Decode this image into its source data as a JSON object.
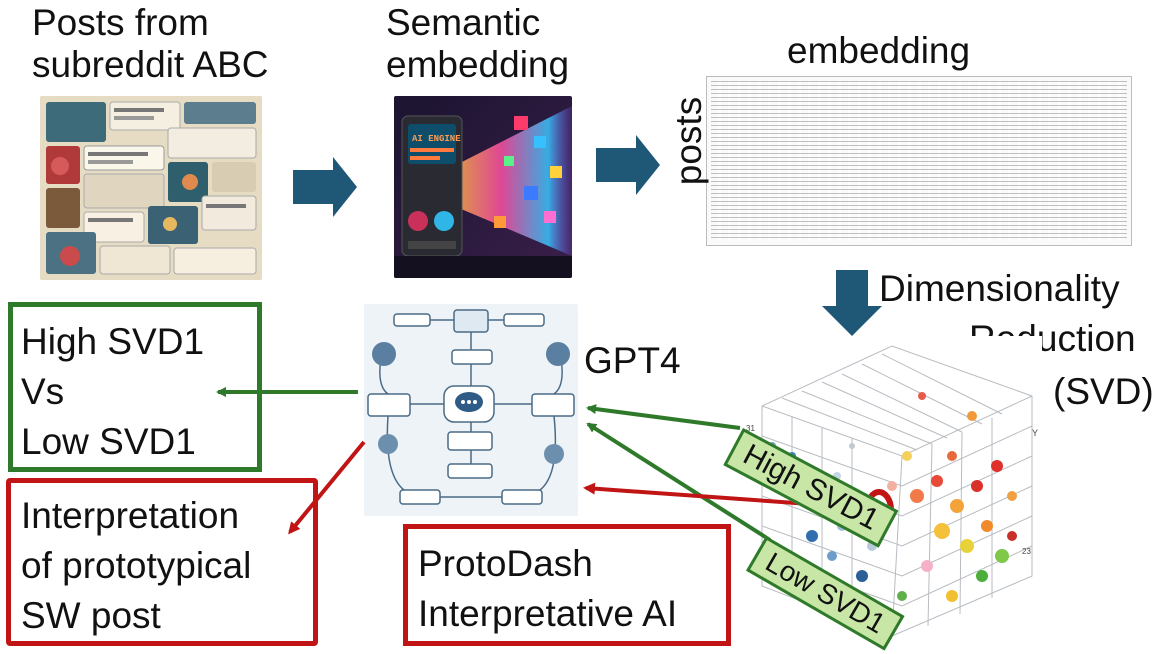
{
  "posts_label": [
    "Posts from",
    "subreddit ABC"
  ],
  "semantic_label": [
    "Semantic",
    "embedding"
  ],
  "embedding_label": "embedding",
  "posts_axis_label": "posts",
  "dim_reduction_label": [
    "Dimensionality",
    "Reduction",
    "(SVD)"
  ],
  "gpt4_label": "GPT4",
  "high_vs_low_box": [
    "High SVD1",
    "Vs",
    "Low SVD1"
  ],
  "interpretation_box": [
    "Interpretation",
    "of prototypical",
    "SW post"
  ],
  "protodash_box": [
    "ProtoDash",
    "Interpretative AI"
  ],
  "high_tag": "High SVD1",
  "low_tag": "Low SVD1",
  "engine_badge": "AI ENGINE",
  "colors": {
    "arrow_blue": "#1f5777",
    "green": "#2f7a2a",
    "red": "#c11414",
    "tag_fill": "#c8e6a6"
  }
}
